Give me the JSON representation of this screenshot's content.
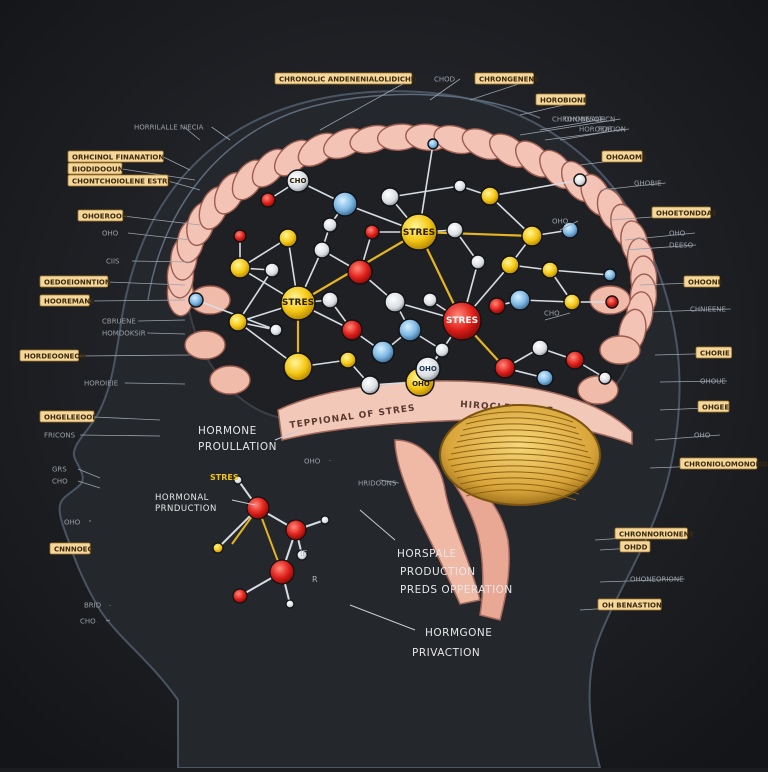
{
  "diagram": {
    "center_nodes": [
      "STRES",
      "STRES",
      "STRES"
    ],
    "network_labels": {
      "left_stres": "STRES",
      "top_stres": "STRES",
      "red_stres": "STRES",
      "cho_left": "CHO",
      "cho_mid": "OHO",
      "cho_right": "CHO",
      "cho_bottom": "OHO",
      "cho_low": "CHO"
    },
    "band_left": "TEPPIONAL OF STRES",
    "band_right": "HIROCLEBDNILE",
    "captions": {
      "hormone_production_1": [
        "HORMONE",
        "PROULLATION"
      ],
      "small_stres": "STRES",
      "hormonal_production": [
        "HORMONAL",
        "PRNDUCTION"
      ],
      "horspale": [
        "HORSPALE",
        "PRODUCTION",
        "PREDS OPPERATION"
      ],
      "hormgone": [
        "HORMGONE",
        "PRIVACTION"
      ],
      "small_ie": "IE",
      "small_r": "R"
    },
    "left_labels": [
      "ORHCINOL FINANATION",
      "BIODIDOOUN",
      "CHONTCHOIOLENE ESTRE",
      "OHOEROON",
      "OHO",
      "CIIS",
      "OEDOEIONNTION",
      "HOOREMANE",
      "CBRUENE",
      "HOMDOKSIR",
      "HORDEOONEON",
      "HOROIEIE",
      "OHGELEEOOL",
      "FRICONS",
      "HORRILALLE",
      "NIECIA",
      "GRS",
      "CHO",
      "OHO",
      "CNNNOEO",
      "BRID",
      "CHO"
    ],
    "right_labels": [
      "CHRONMINALTICN",
      "HOROBIONE",
      "OHOBESOE",
      "HOROEATION",
      "FOR",
      "OHOAOMS",
      "GHOBIE",
      "OHOETONDDAE",
      "OHO",
      "DEESO",
      "OHOONE",
      "CHNIEENE",
      "CHORIE",
      "OHOUE",
      "OHGEE",
      "OHO",
      "CHRONIOLOMONONO",
      "CHRONNORIONENE",
      "OHDD",
      "OHONEORIONE",
      "OH BENASTION"
    ],
    "top_labels": [
      "CHRONOLIC ANDENENIALOLIDICHD",
      "CHOD",
      "CHRONGENENE"
    ],
    "small_labels": [
      "OHO",
      "HRIDOONS",
      "OHO",
      "CHO"
    ]
  }
}
